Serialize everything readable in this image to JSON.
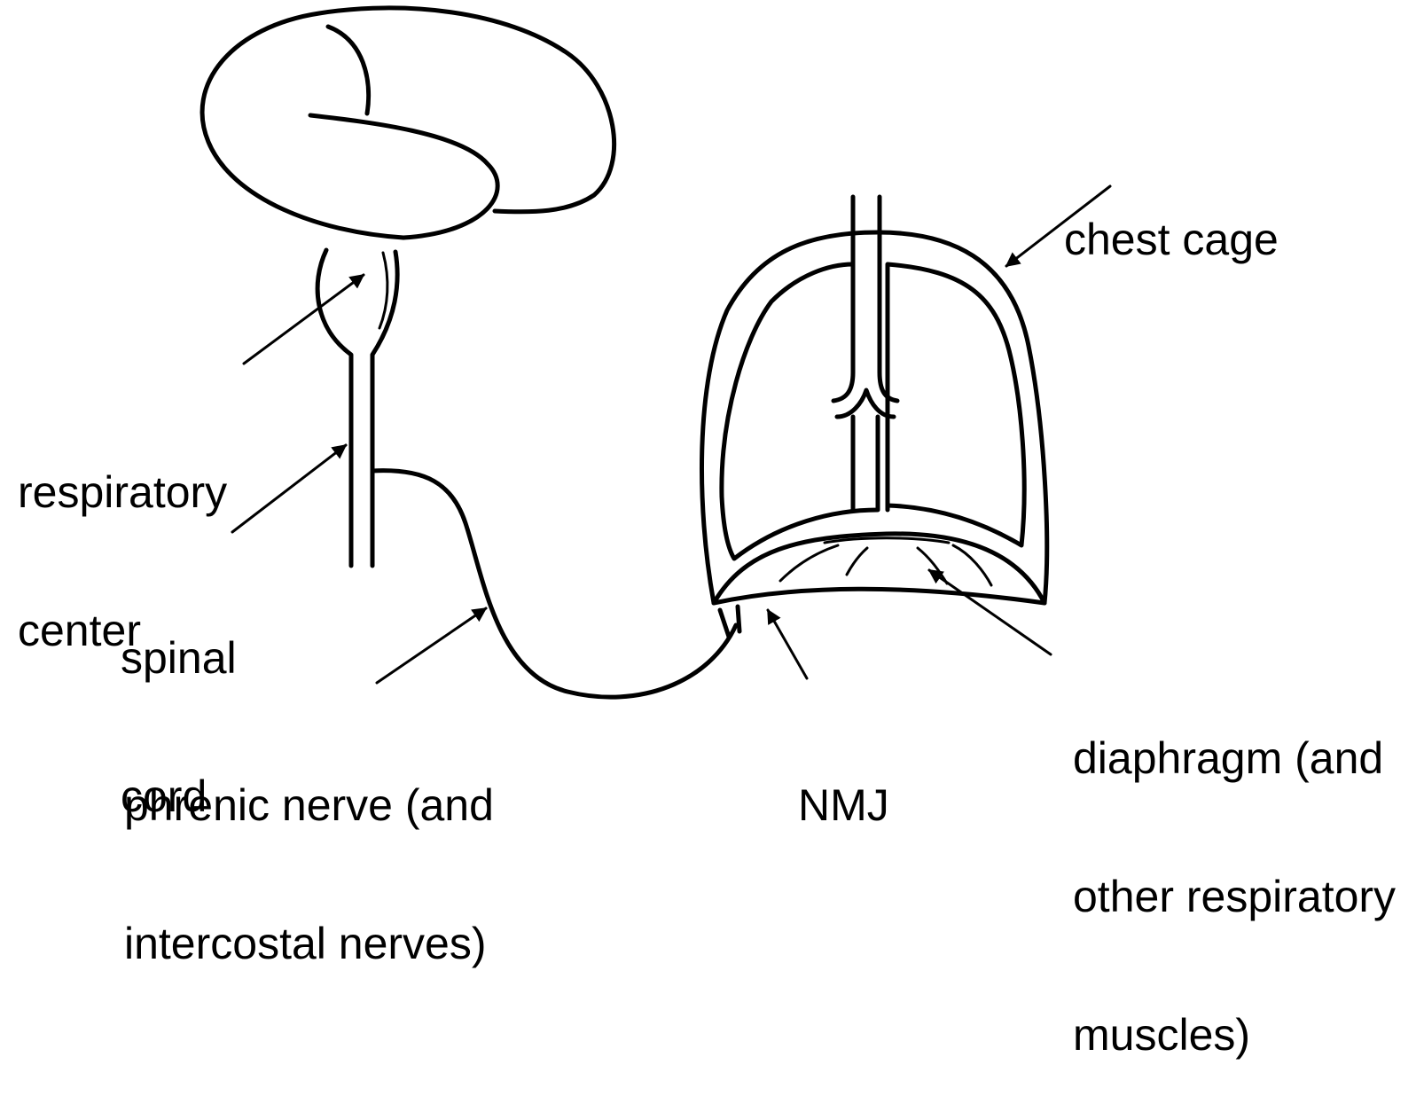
{
  "labels": {
    "respiratory_center": [
      "respiratory",
      "center"
    ],
    "spinal_cord": [
      "spinal",
      "cord"
    ],
    "phrenic_nerve": [
      "phrenic nerve (and",
      "intercostal nerves)"
    ],
    "chest_cage": [
      "chest cage"
    ],
    "nmj": [
      "NMJ"
    ],
    "diaphragm": [
      "diaphragm (and",
      "other respiratory",
      "muscles)"
    ]
  },
  "colors": {
    "ink": "#000000",
    "background": "#ffffff"
  }
}
